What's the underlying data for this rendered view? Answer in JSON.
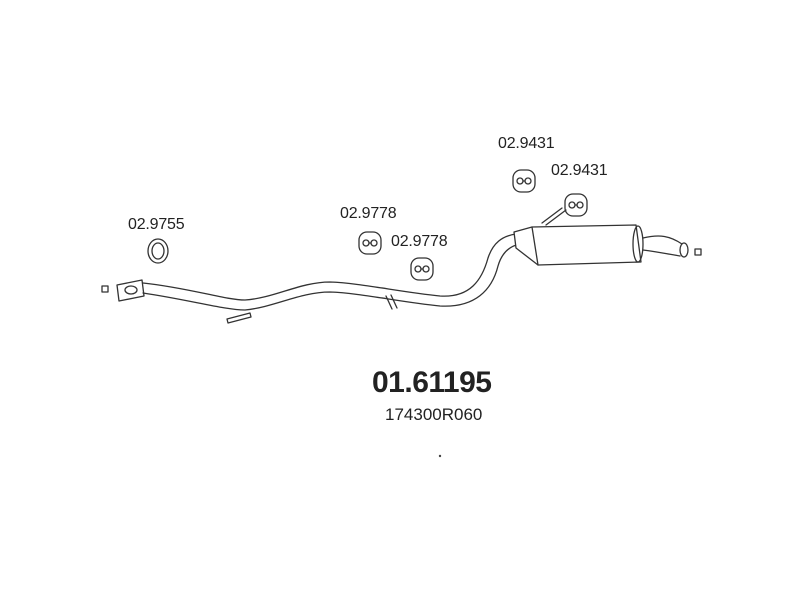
{
  "part_number": "01.61195",
  "oem_number": "174300R060",
  "colors": {
    "stroke": "#333333",
    "text": "#222222",
    "background": "#ffffff"
  },
  "components": {
    "gasket": {
      "part_number": "02.9755"
    },
    "front_hanger": {
      "part_number": "02.9778"
    },
    "rear_hanger": {
      "part_number": "02.9778"
    },
    "upper_hanger": {
      "part_number": "02.9431"
    },
    "lower_hanger": {
      "part_number": "02.9431"
    }
  }
}
